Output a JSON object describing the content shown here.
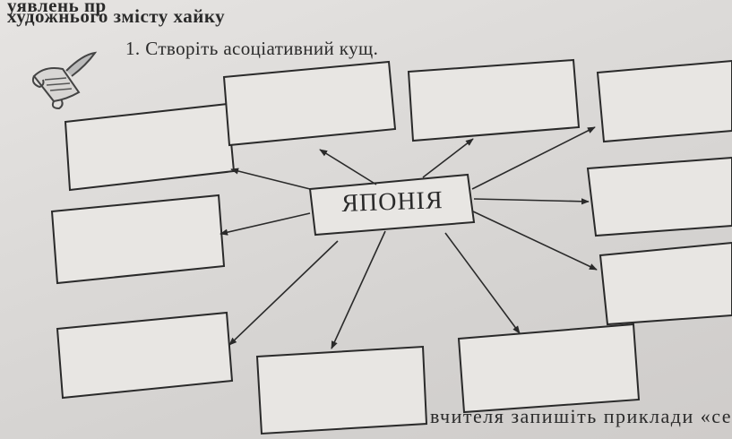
{
  "header": {
    "line1": "уявлень пр",
    "line2": "художнього змісту хайку"
  },
  "task": {
    "instruction": "1. Створіть асоціативний кущ."
  },
  "diagram": {
    "center_label": "ЯПОНІЯ",
    "empty_box_count": 10
  },
  "footer": {
    "partial_text": "вчителя запишіть приклади «се"
  },
  "icons": {
    "margin_icon": "scroll-quill-icon"
  }
}
